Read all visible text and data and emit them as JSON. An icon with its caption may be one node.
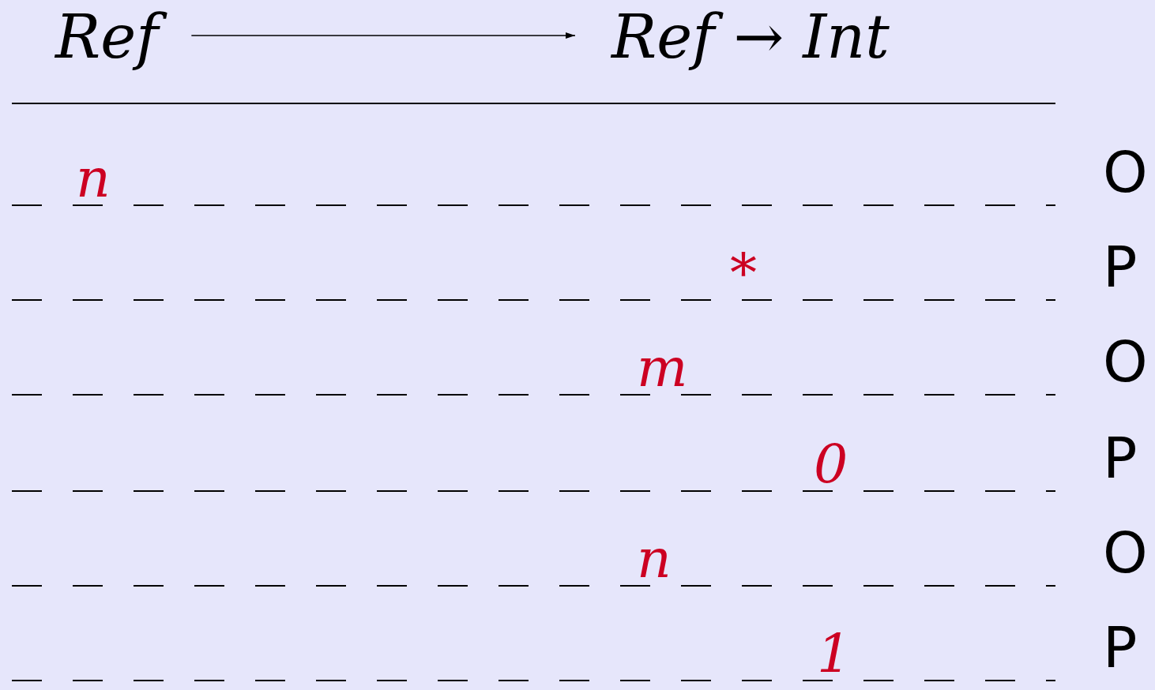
{
  "diagram": {
    "nodes": [
      {
        "text": [
          "Ref"
        ]
      },
      {
        "text": [
          "Ref → Int"
        ]
      }
    ],
    "edges": [
      {
        "from": 0,
        "to": 1,
        "arrow": "to"
      }
    ],
    "labels": [
      "n",
      "O",
      "*",
      "P",
      "m",
      "O",
      "0",
      "P",
      "n",
      "O",
      "1",
      "P"
    ]
  }
}
